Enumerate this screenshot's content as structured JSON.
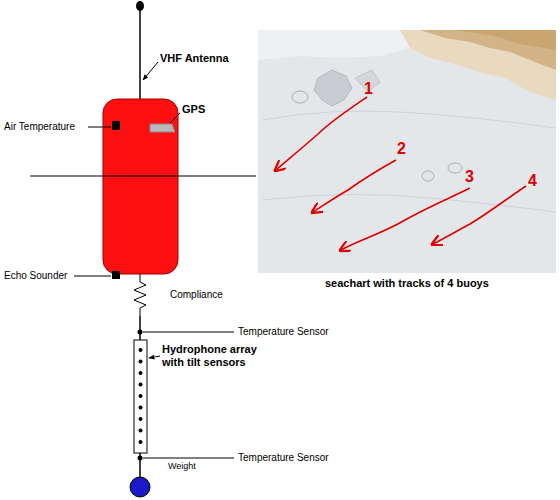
{
  "diagram": {
    "caption": "seachart with tracks of 4 buoys",
    "labels": [
      "VHF Antenna",
      "GPS",
      "Air Temperature",
      "Echo Sounder",
      "Compliance",
      "Temperature Sensor",
      "Hydrophone array with tilt sensors",
      "Temperature Sensor",
      "Weight",
      "1",
      "2",
      "3",
      "4"
    ]
  }
}
